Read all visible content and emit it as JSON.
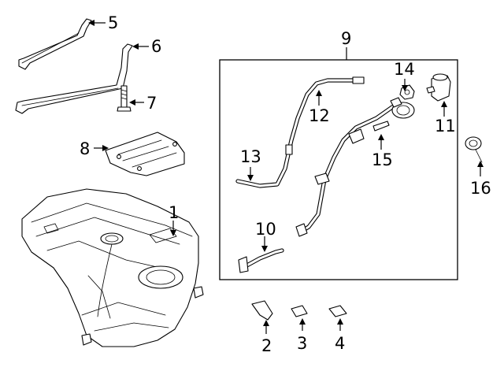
{
  "diagram": {
    "callouts": {
      "c1": "1",
      "c2": "2",
      "c3": "3",
      "c4": "4",
      "c5": "5",
      "c6": "6",
      "c7": "7",
      "c8": "8",
      "c9": "9",
      "c10": "10",
      "c11": "11",
      "c12": "12",
      "c13": "13",
      "c14": "14",
      "c15": "15",
      "c16": "16"
    },
    "colors": {
      "line": "#000000",
      "fill": "#ffffff"
    }
  }
}
